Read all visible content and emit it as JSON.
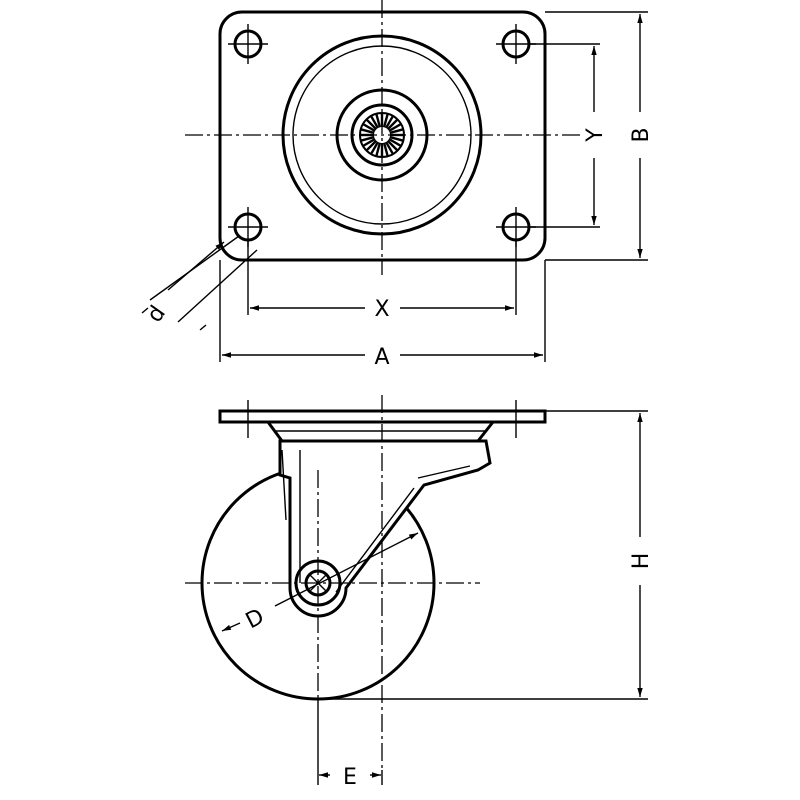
{
  "labels": {
    "x": "X",
    "y": "Y",
    "a": "A",
    "b": "B",
    "d": "d",
    "wheel_d": "D",
    "h": "H",
    "e": "E"
  }
}
